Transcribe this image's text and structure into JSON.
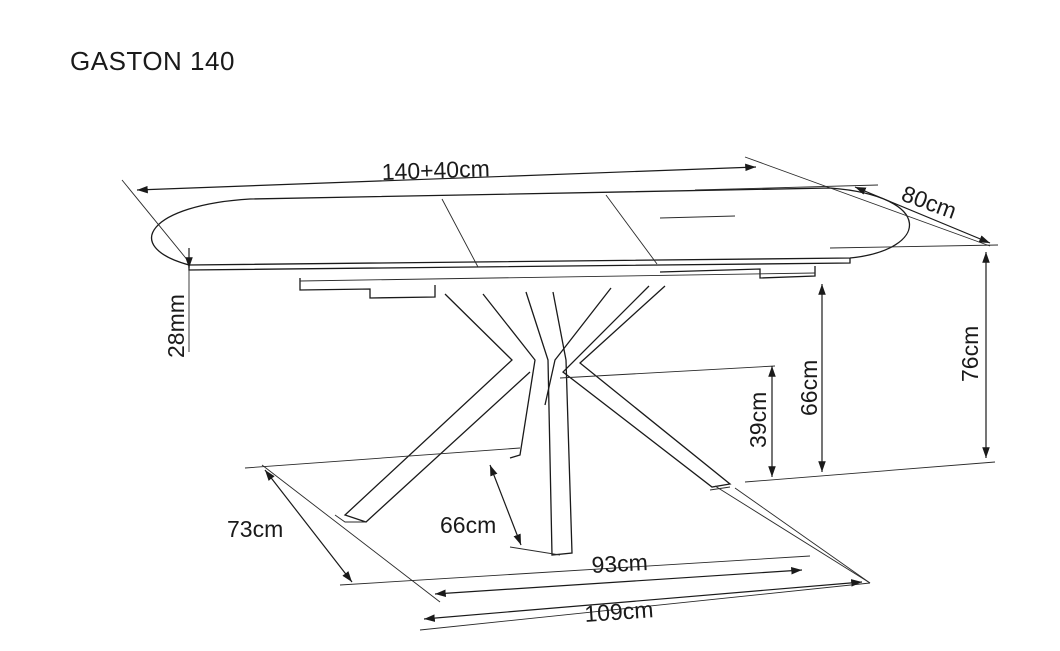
{
  "title": "GASTON 140",
  "dimensions": {
    "length": "140+40cm",
    "width": "80cm",
    "height": "76cm",
    "top_thickness": "28mm",
    "under_top_height": "66cm",
    "cross_height": "39cm",
    "inner_depth": "66cm",
    "base_depth": "73cm",
    "inner_width": "93cm",
    "base_width": "109cm"
  }
}
